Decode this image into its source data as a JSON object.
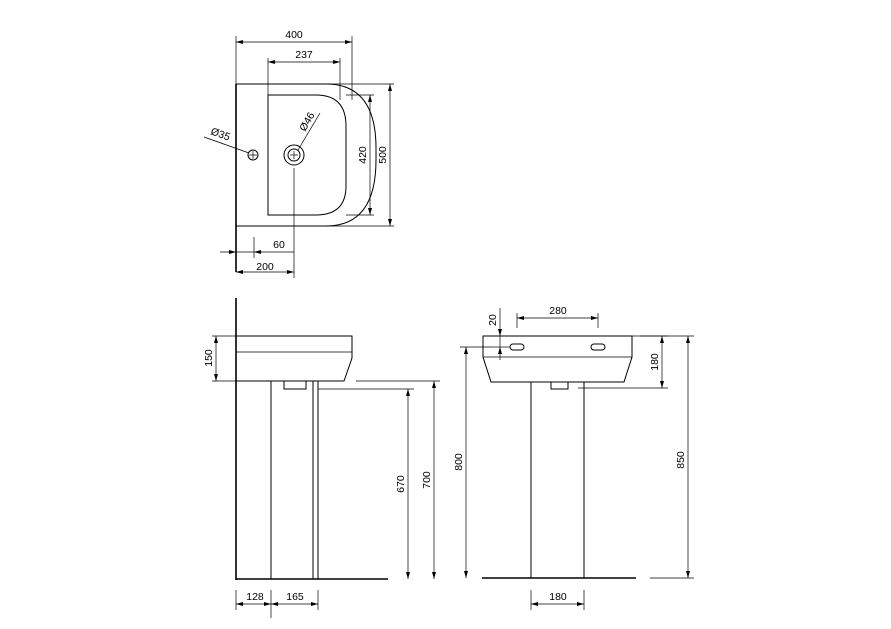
{
  "drawing": {
    "colors": {
      "line": "#000000",
      "background": "#ffffff"
    },
    "top_view": {
      "dim_width": "400",
      "dim_bowl_width": "237",
      "dim_depth": "500",
      "dim_bowl_depth": "420",
      "dim_tap_hole": "Ø35",
      "dim_waste": "Ø46",
      "dim_waste_offset": "60",
      "dim_tap_offset": "200"
    },
    "side_view": {
      "dim_basin_height": "150",
      "dim_pedestal_inner": "670",
      "dim_pedestal_outer": "700",
      "dim_wall_gap": "128",
      "dim_pedestal_depth": "165"
    },
    "front_view": {
      "dim_fixing_height": "20",
      "dim_fixing_spacing": "280",
      "dim_basin_height": "180",
      "dim_rim_height": "800",
      "dim_total_height": "850",
      "dim_pedestal_width": "180"
    }
  }
}
